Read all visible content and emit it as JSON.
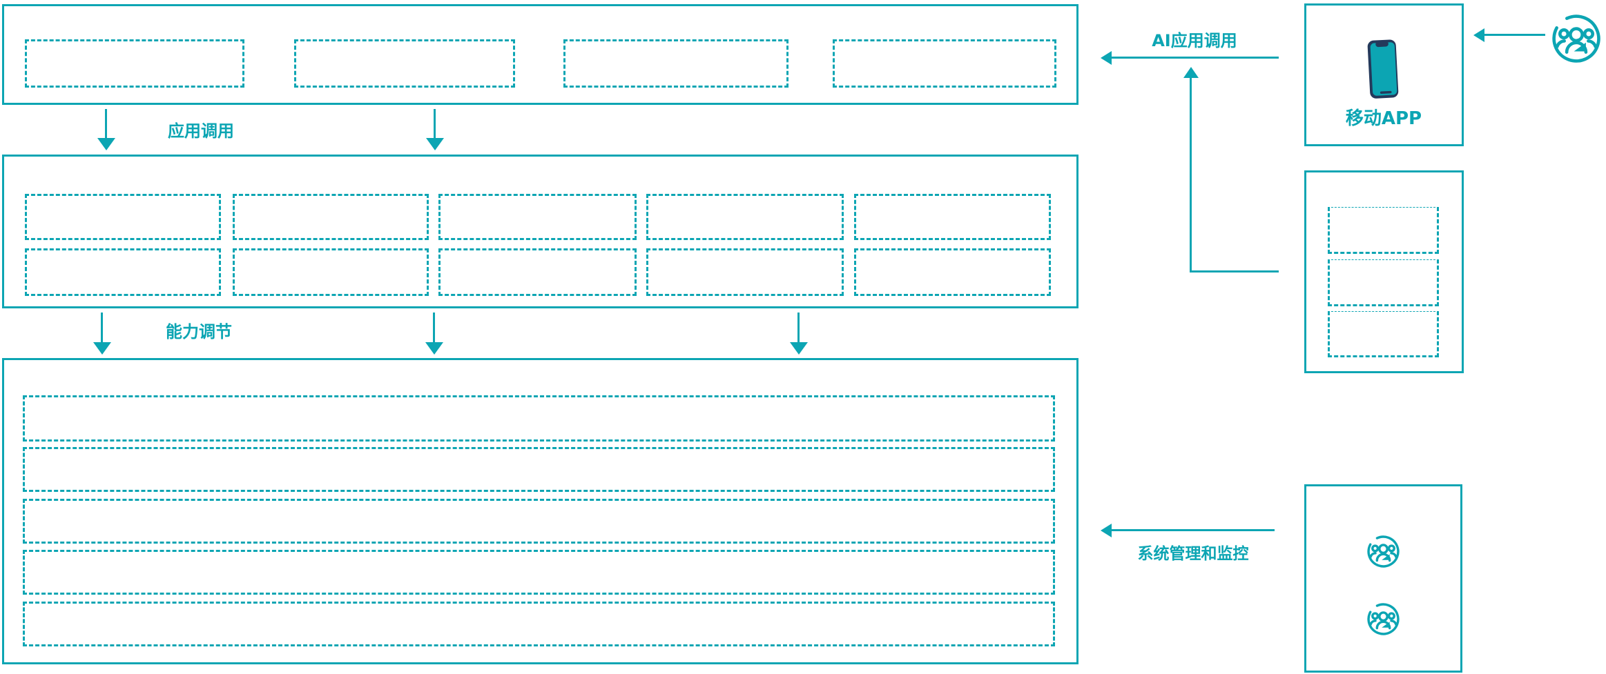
{
  "colors": {
    "accent_teal": "#0CA5B3",
    "phone_frame_navy": "#24395B",
    "background": "#FFFFFF"
  },
  "labels": {
    "app_call": "应用调用",
    "capability_adjust": "能力调节",
    "ai_app_call": "AI应用调用",
    "mobile_app": "移动APP",
    "system_management": "系统管理和监控"
  },
  "icons": {
    "phone": "mobile-phone-icon",
    "user_group": "user-group-icon"
  },
  "structure": {
    "app_layer_placeholders": 4,
    "capability_layer_rows": 2,
    "capability_layer_cols": 5,
    "resource_layer_rows": 5,
    "client_box_placeholders": 3,
    "admin_user_icons": 2
  }
}
